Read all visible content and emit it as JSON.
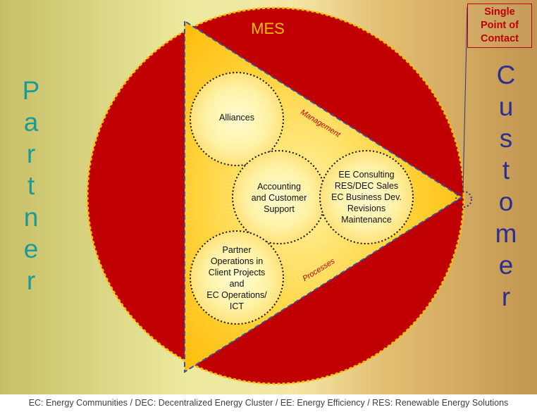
{
  "title": "MES",
  "left_label": "Partner",
  "right_label": "Customer",
  "callout": {
    "lines": [
      "Single",
      "Point of",
      "Contact"
    ]
  },
  "edge_labels": {
    "top": "Management",
    "bottom": "Processes"
  },
  "circles": {
    "alliances": [
      "Alliances"
    ],
    "accounting": [
      "Accounting",
      "and Customer",
      "Support"
    ],
    "consulting": [
      "EE Consulting",
      "RES/DEC Sales",
      "EC Business Dev.",
      "Revisions",
      "Maintenance"
    ],
    "operations": [
      "Partner",
      "Operations in",
      "Client Projects",
      "and",
      "EC Operations/",
      "ICT"
    ]
  },
  "footer": "EC: Energy Communities / DEC: Decentralized Energy Cluster / EE: Energy Efficiency / RES: Renewable Energy Solutions",
  "colors": {
    "circle_red": "#c00000",
    "triangle_yellow": "#ffc000",
    "title_gold": "#ffc000",
    "edge_label_red": "#c00000",
    "partner_teal": "#1e9a96",
    "customer_blue": "#2b2f8f",
    "callout_red": "#c00000"
  }
}
